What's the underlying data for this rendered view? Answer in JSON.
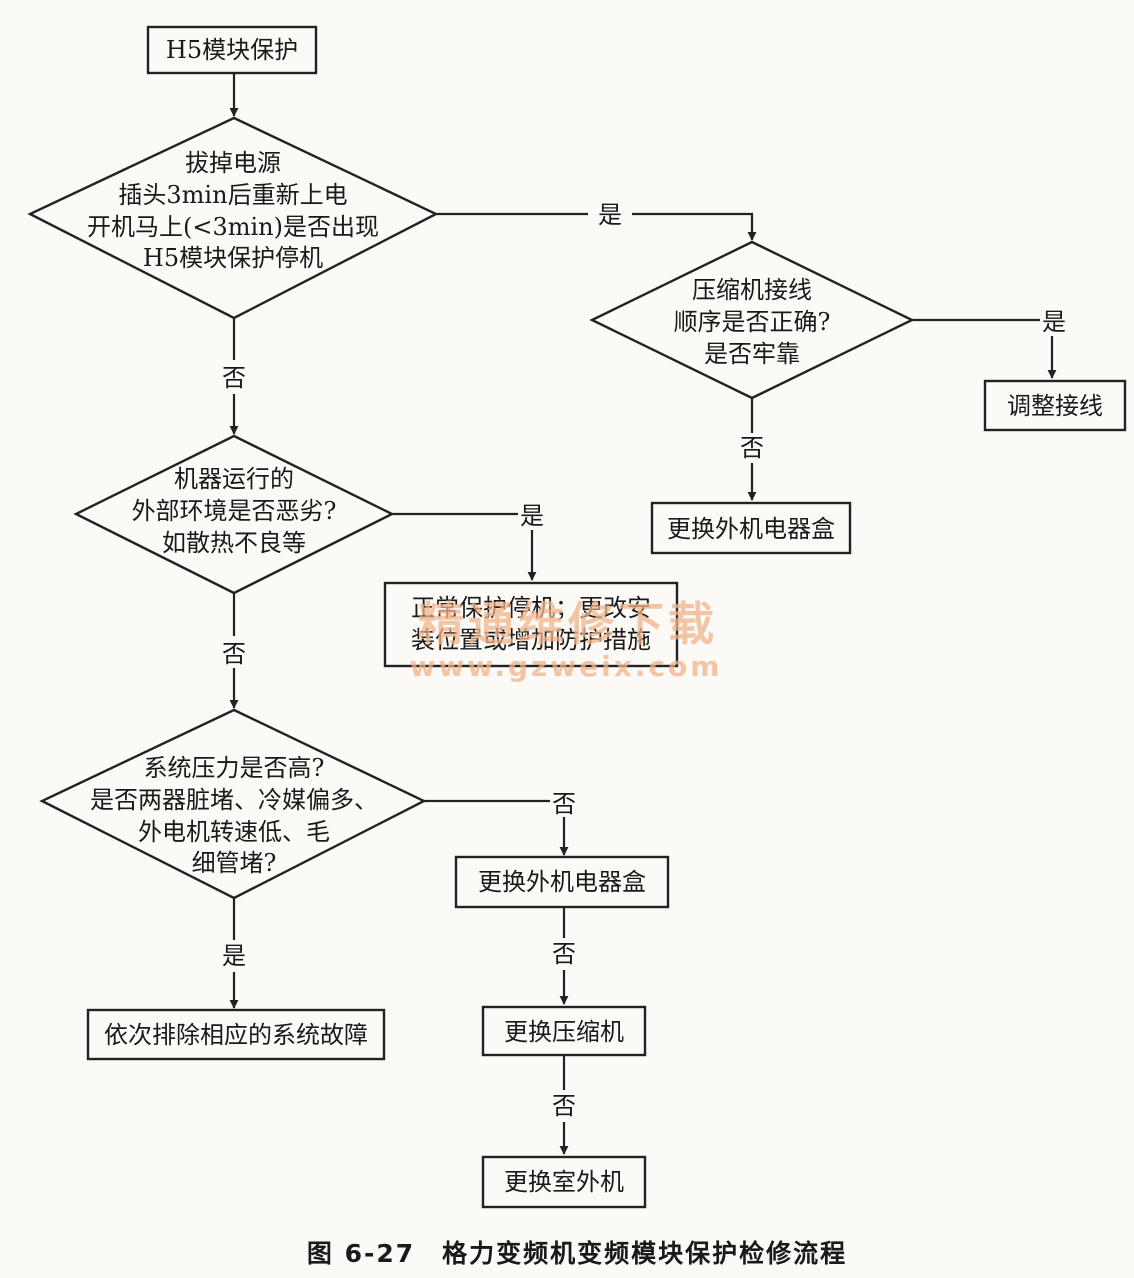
{
  "nodes": {
    "start": [
      "H5模块保护"
    ],
    "d1": [
      "拔掉电源",
      "插头3min后重新上电",
      "开机马上(<3min)是否出现",
      "H5模块保护停机"
    ],
    "d2": [
      "压缩机接线",
      "顺序是否正确?",
      "是否牢靠"
    ],
    "adjust": [
      "调整接线"
    ],
    "replace_box_1": [
      "更换外机电器盒"
    ],
    "d3": [
      "机器运行的",
      "外部环境是否恶劣?",
      "如散热不良等"
    ],
    "normal": [
      "正常保护停机；更改安",
      "装位置或增加防护措施"
    ],
    "d4": [
      "系统压力是否高?",
      "是否两器脏堵、冷媒偏多、",
      "外电机转速低、毛",
      "细管堵?"
    ],
    "fix_system": [
      "依次排除相应的系统故障"
    ],
    "replace_box_2": [
      "更换外机电器盒"
    ],
    "replace_compressor": [
      "更换压缩机"
    ],
    "replace_outdoor": [
      "更换室外机"
    ]
  },
  "edge_labels": {
    "d1_yes": "是",
    "d1_no": "否",
    "d2_yes": "是",
    "d2_no": "否",
    "d3_yes": "是",
    "d3_no": "否",
    "d4_yes": "是",
    "d4_no": "否",
    "box2_no": "否",
    "comp_no": "否"
  },
  "caption": "图 6-27　格力变频机变频模块保护检修流程",
  "watermark": {
    "text": "精通维修下载",
    "url": "www.gzweix.com"
  }
}
